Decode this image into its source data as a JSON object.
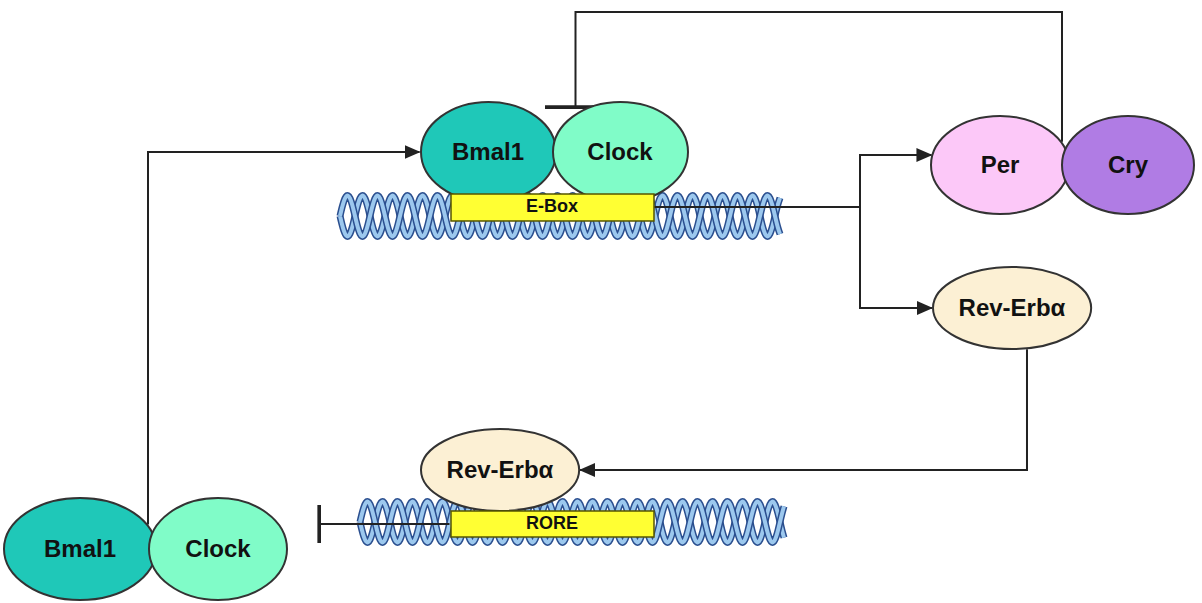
{
  "diagram": {
    "nodes": [
      {
        "text": [
          "Bmal1"
        ]
      },
      {
        "text": [
          "Clock"
        ]
      },
      {
        "text": [
          "E-Box"
        ]
      },
      {
        "text": [
          "Per"
        ]
      },
      {
        "text": [
          "Cry"
        ]
      },
      {
        "text": [
          "Rev-Erbα"
        ]
      },
      {
        "text": [
          "Rev-Erbα"
        ]
      },
      {
        "text": [
          "RORE"
        ]
      },
      {
        "text": [
          "Bmal1"
        ]
      },
      {
        "text": [
          "Clock"
        ]
      }
    ],
    "edges": [
      {
        "from": 2,
        "to": 3,
        "arrow": "to"
      },
      {
        "from": 2,
        "to": 5,
        "arrow": "to"
      },
      {
        "from": 3,
        "to": 1,
        "arrow": "to"
      },
      {
        "from": 5,
        "to": 6,
        "arrow": "to"
      },
      {
        "from": 7,
        "to": 9,
        "arrow": "to"
      },
      {
        "from": 8,
        "to": 0,
        "arrow": "to"
      }
    ]
  }
}
